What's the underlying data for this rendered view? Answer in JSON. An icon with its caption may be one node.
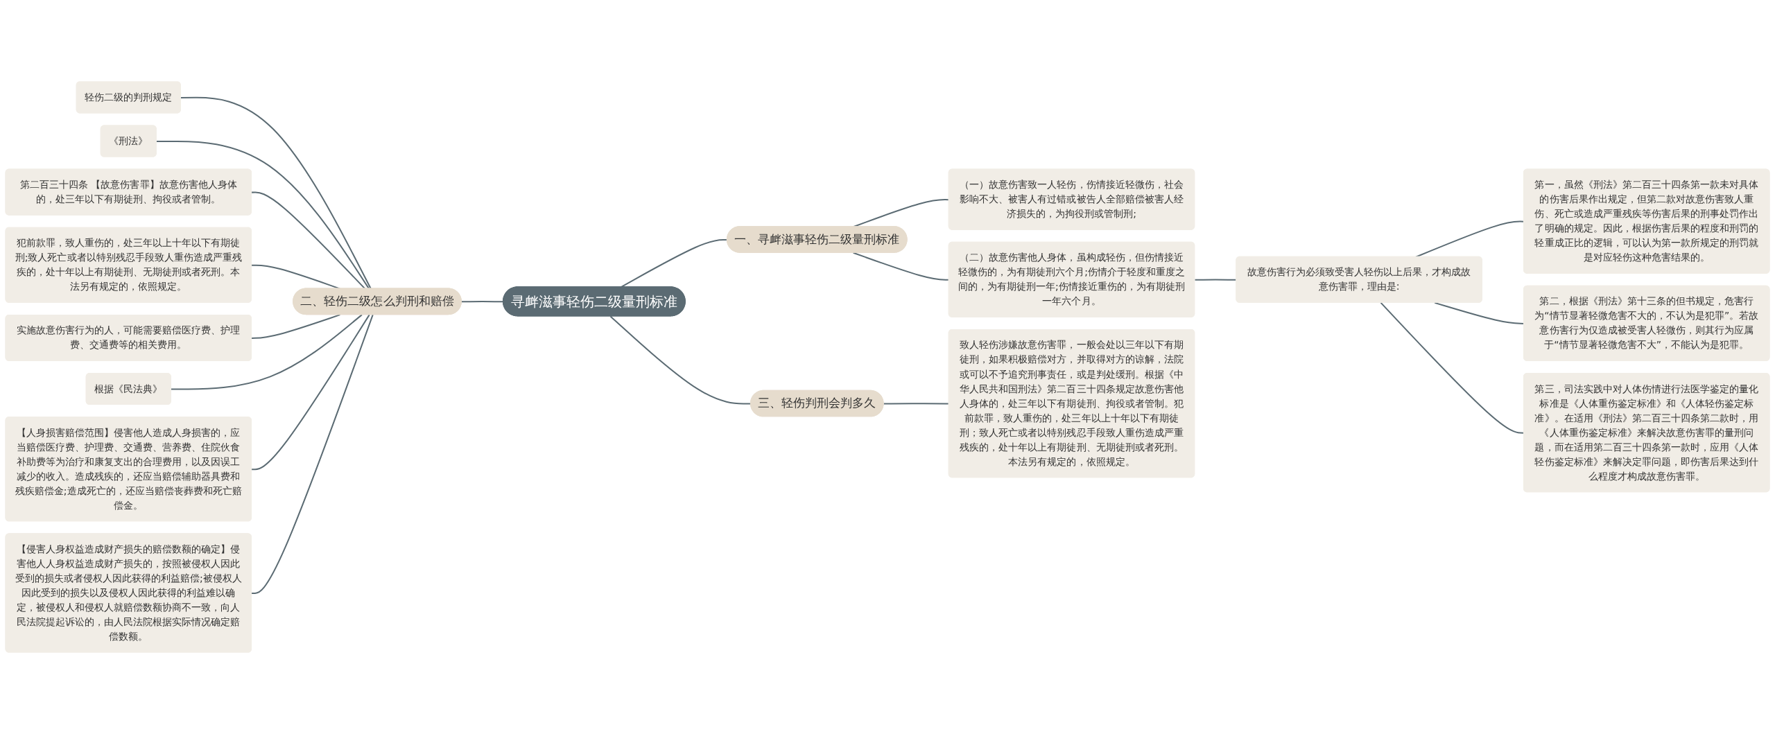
{
  "diagram": {
    "nodes": [
      {
        "text": [
          "寻衅滋事轻伤二级量刑标准"
        ]
      },
      {
        "text": [
          "一、寻衅滋事轻伤二级量刑标准"
        ]
      },
      {
        "text": [
          "（一）故意伤害致一人轻伤，伤情接近轻微伤，社会影响不大、被害人有过错或被告人全部赔偿被害人经济损失的，为拘役刑或管制刑;"
        ]
      },
      {
        "text": [
          "（二）故意伤害他人身体，虽构成轻伤，但伤情接近轻微伤的，为有期徒刑六个月;伤情介于轻度和重度之间的，为有期徒刑一年;伤情接近重伤的，为有期徒刑一年六个月。"
        ]
      },
      {
        "text": [
          "故意伤害行为必须致受害人轻伤以上后果，才构成故意伤害罪，理由是:"
        ]
      },
      {
        "text": [
          "第一，虽然《刑法》第二百三十四条第一款未对具体的伤害后果作出规定，但第二款对故意伤害致人重伤、死亡或造成严重残疾等伤害后果的刑事处罚作出了明确的规定。因此，根据伤害后果的程度和刑罚的轻重成正比的逻辑，可以认为第一款所规定的刑罚就是对应轻伤这种危害结果的。"
        ]
      },
      {
        "text": [
          "第二，根据《刑法》第十三条的但书规定，危害行为“情节显著轻微危害不大的，不认为是犯罪”。若故意伤害行为仅造成被受害人轻微伤，则其行为应属于“情节显著轻微危害不大”，不能认为是犯罪。"
        ]
      },
      {
        "text": [
          "第三，司法实践中对人体伤情进行法医学鉴定的量化标准是《人体重伤鉴定标准》和《人体轻伤鉴定标准》。在适用《刑法》第二百三十四条第二款时，用《人体重伤鉴定标准》来解决故意伤害罪的量刑问题，而在适用第二百三十四条第一款时，应用《人体轻伤鉴定标准》来解决定罪问题，即伤害后果达到什么程度才构成故意伤害罪。"
        ]
      },
      {
        "text": [
          "二、轻伤二级怎么判刑和赔偿"
        ]
      },
      {
        "text": [
          "轻伤二级的判刑规定"
        ]
      },
      {
        "text": [
          "《刑法》"
        ]
      },
      {
        "text": [
          "第二百三十四条 【故意伤害罪】故意伤害他人身体的，处三年以下有期徒刑、拘役或者管制。"
        ]
      },
      {
        "text": [
          "犯前款罪，致人重伤的，处三年以上十年以下有期徒刑;致人死亡或者以特别残忍手段致人重伤造成严重残疾的，处十年以上有期徒刑、无期徒刑或者死刑。本法另有规定的，依照规定。"
        ]
      },
      {
        "text": [
          "实施故意伤害行为的人，可能需要赔偿医疗费、护理费、交通费等的相关费用。"
        ]
      },
      {
        "text": [
          "根据《民法典》"
        ]
      },
      {
        "text": [
          "【人身损害赔偿范围】侵害他人造成人身损害的，应当赔偿医疗费、护理费、交通费、营养费、住院伙食补助费等为治疗和康复支出的合理费用，以及因误工减少的收入。造成残疾的，还应当赔偿辅助器具费和残疾赔偿金;造成死亡的，还应当赔偿丧葬费和死亡赔偿金。"
        ]
      },
      {
        "text": [
          "【侵害人身权益造成财产损失的赔偿数额的确定】侵害他人人身权益造成财产损失的，按照被侵权人因此受到的损失或者侵权人因此获得的利益赔偿;被侵权人因此受到的损失以及侵权人因此获得的利益难以确定，被侵权人和侵权人就赔偿数额协商不一致，向人民法院提起诉讼的，由人民法院根据实际情况确定赔偿数额。"
        ]
      },
      {
        "text": [
          "三、轻伤判刑会判多久"
        ]
      },
      {
        "text": [
          "致人轻伤涉嫌故意伤害罪，一般会处以三年以下有期徒刑，如果积极赔偿对方，并取得对方的谅解，法院或可以不予追究刑事责任，或是判处缓刑。根据《中华人民共和国刑法》第二百三十四条规定故意伤害他人身体的，处三年以下有期徒刑、拘役或者管制。犯前款罪，致人重伤的，处三年以上十年以下有期徒刑；致人死亡或者以特别残忍手段致人重伤造成严重残疾的，处十年以上有期徒刑、无期徒刑或者死刑。本法另有规定的，依照规定。"
        ]
      }
    ],
    "edges": [
      {
        "from": 0,
        "to": 1,
        "arrow": "none"
      },
      {
        "from": 1,
        "to": 2,
        "arrow": "none"
      },
      {
        "from": 1,
        "to": 3,
        "arrow": "none"
      },
      {
        "from": 3,
        "to": 4,
        "arrow": "none"
      },
      {
        "from": 4,
        "to": 5,
        "arrow": "none"
      },
      {
        "from": 4,
        "to": 6,
        "arrow": "none"
      },
      {
        "from": 4,
        "to": 7,
        "arrow": "none"
      },
      {
        "from": 0,
        "to": 8,
        "arrow": "none"
      },
      {
        "from": 8,
        "to": 9,
        "arrow": "none"
      },
      {
        "from": 8,
        "to": 10,
        "arrow": "none"
      },
      {
        "from": 8,
        "to": 11,
        "arrow": "none"
      },
      {
        "from": 8,
        "to": 12,
        "arrow": "none"
      },
      {
        "from": 8,
        "to": 13,
        "arrow": "none"
      },
      {
        "from": 8,
        "to": 14,
        "arrow": "none"
      },
      {
        "from": 8,
        "to": 15,
        "arrow": "none"
      },
      {
        "from": 8,
        "to": 16,
        "arrow": "none"
      },
      {
        "from": 0,
        "to": 17,
        "arrow": "none"
      },
      {
        "from": 17,
        "to": 18,
        "arrow": "none"
      }
    ]
  }
}
